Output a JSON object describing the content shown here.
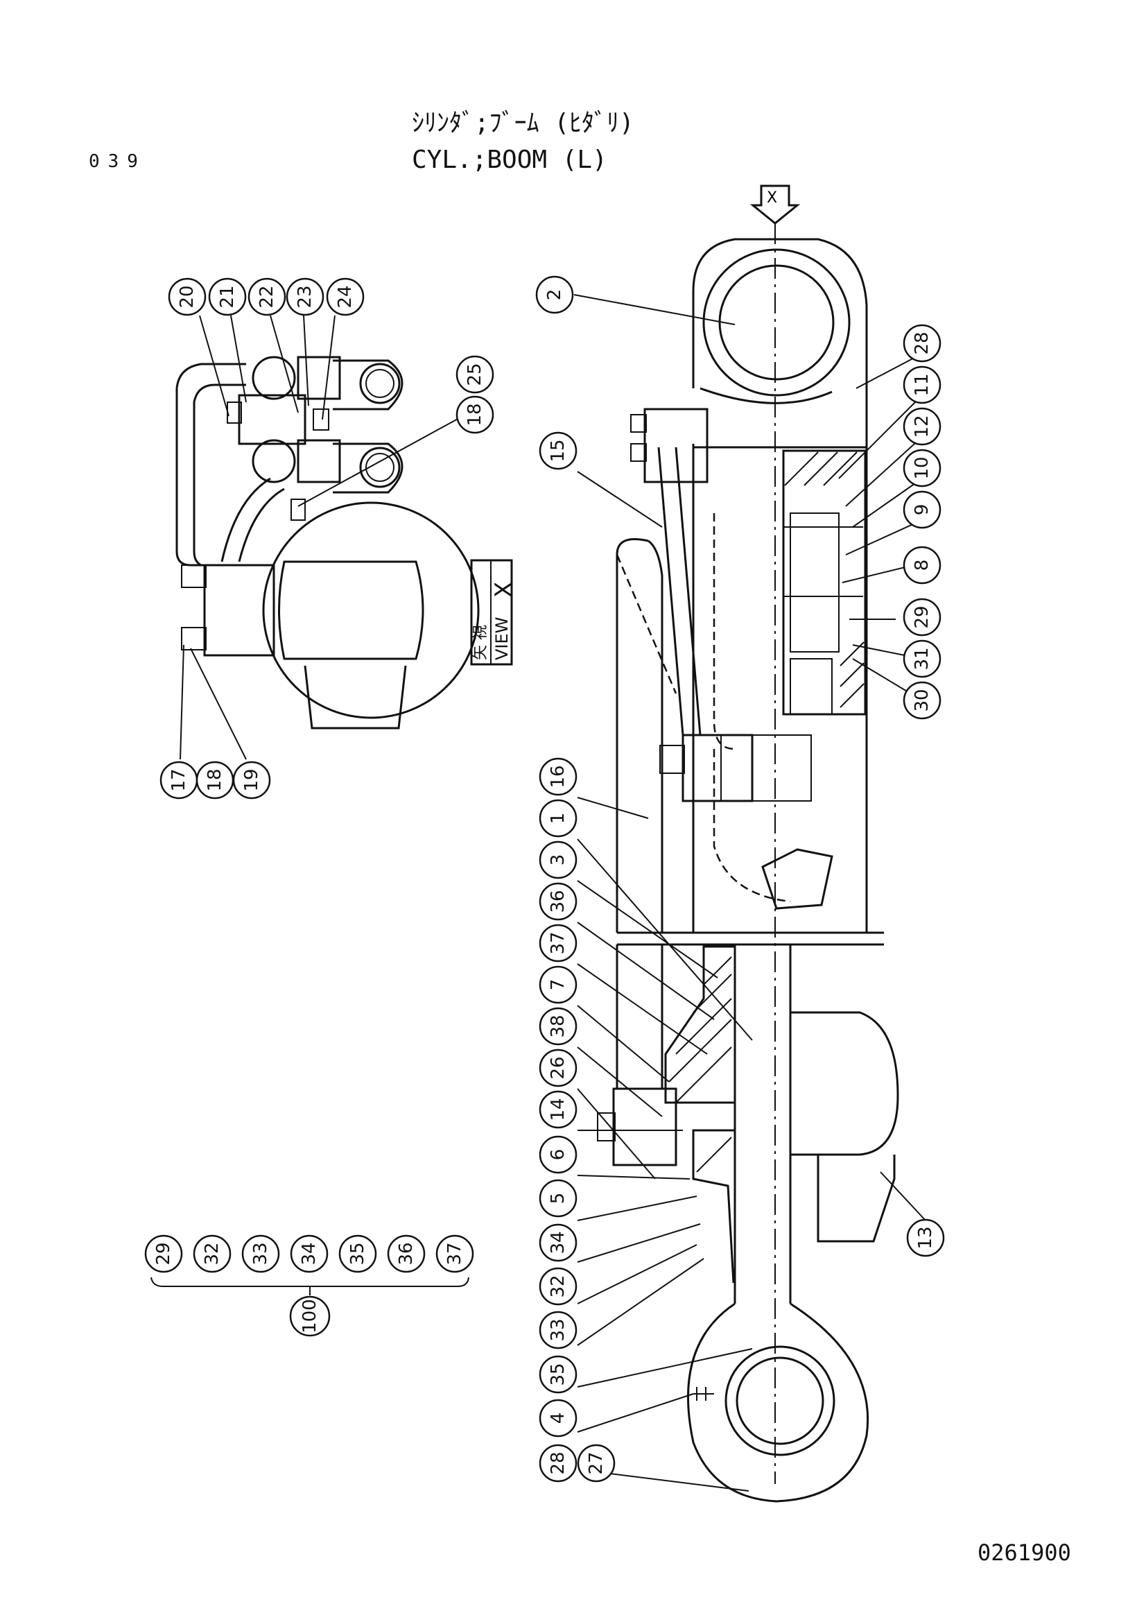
{
  "header": {
    "page_number": "039",
    "title_jp": "ｼﾘﾝﾀﾞ;ﾌﾞｰﾑ (ﾋﾀﾞﾘ)",
    "title_en": "CYL.;BOOM (L)"
  },
  "footer": {
    "drawing_number": "0261900"
  },
  "view_label": {
    "jp": "矢 視",
    "en": "VIEW",
    "letter": "X"
  },
  "view_arrow_letter": "X",
  "callouts_view": [
    "20",
    "21",
    "22",
    "23",
    "24",
    "25",
    "18",
    "17",
    "18",
    "19"
  ],
  "callouts_main": [
    "2",
    "28",
    "11",
    "12",
    "10",
    "9",
    "8",
    "29",
    "31",
    "30",
    "15",
    "16",
    "1",
    "3",
    "36",
    "37",
    "7",
    "38",
    "26",
    "14",
    "6",
    "5",
    "34",
    "32",
    "33",
    "35",
    "4",
    "28",
    "27",
    "13"
  ],
  "kit": {
    "members": [
      "29",
      "32",
      "33",
      "34",
      "35",
      "36",
      "37"
    ],
    "id": "100"
  }
}
